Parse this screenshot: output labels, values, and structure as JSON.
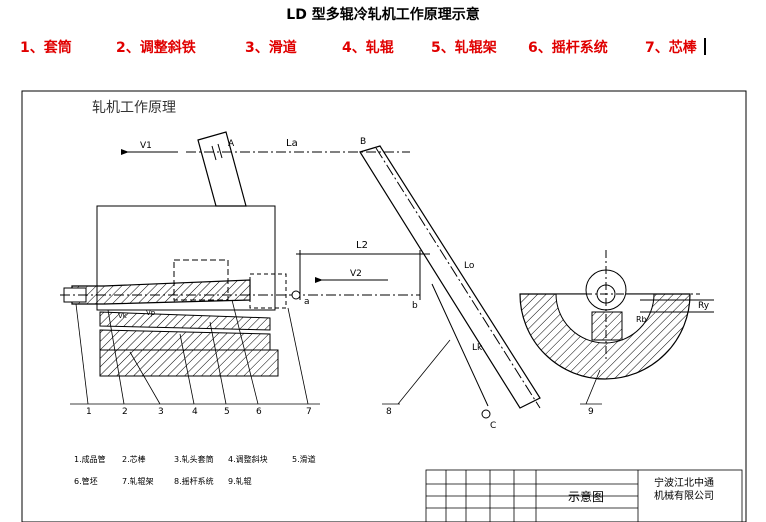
{
  "title": "LD 型多辊冷轧机工作原理示意",
  "legend_items": [
    "1、套筒",
    "2、调整斜铁",
    "3、滑道",
    "4、轧辊",
    "5、轧辊架",
    "6、摇杆系统",
    "7、芯棒"
  ],
  "drawing": {
    "heading": "轧机工作原理",
    "labels": {
      "v1": "V1",
      "la": "La",
      "a_top": "A",
      "b_top": "B",
      "l2": "L2",
      "v2": "V2",
      "a_small": "a",
      "b_small": "b",
      "lo": "Lo",
      "lk": "Lk",
      "c": "C",
      "ry": "Ry",
      "rb": "Rb"
    },
    "callouts": [
      "1",
      "2",
      "3",
      "4",
      "5",
      "6",
      "7",
      "8",
      "9"
    ],
    "parts_legend": [
      "1.成品管",
      "2.芯棒",
      "3.轧头套筒",
      "4.调整斜块",
      "5.滑道",
      "6.管坯",
      "7.轧辊架",
      "8.摇杆系统",
      "9.轧辊"
    ],
    "title_block": {
      "drawing_name": "示意图",
      "company_line1": "宁波江北中通",
      "company_line2": "机械有限公司"
    }
  }
}
